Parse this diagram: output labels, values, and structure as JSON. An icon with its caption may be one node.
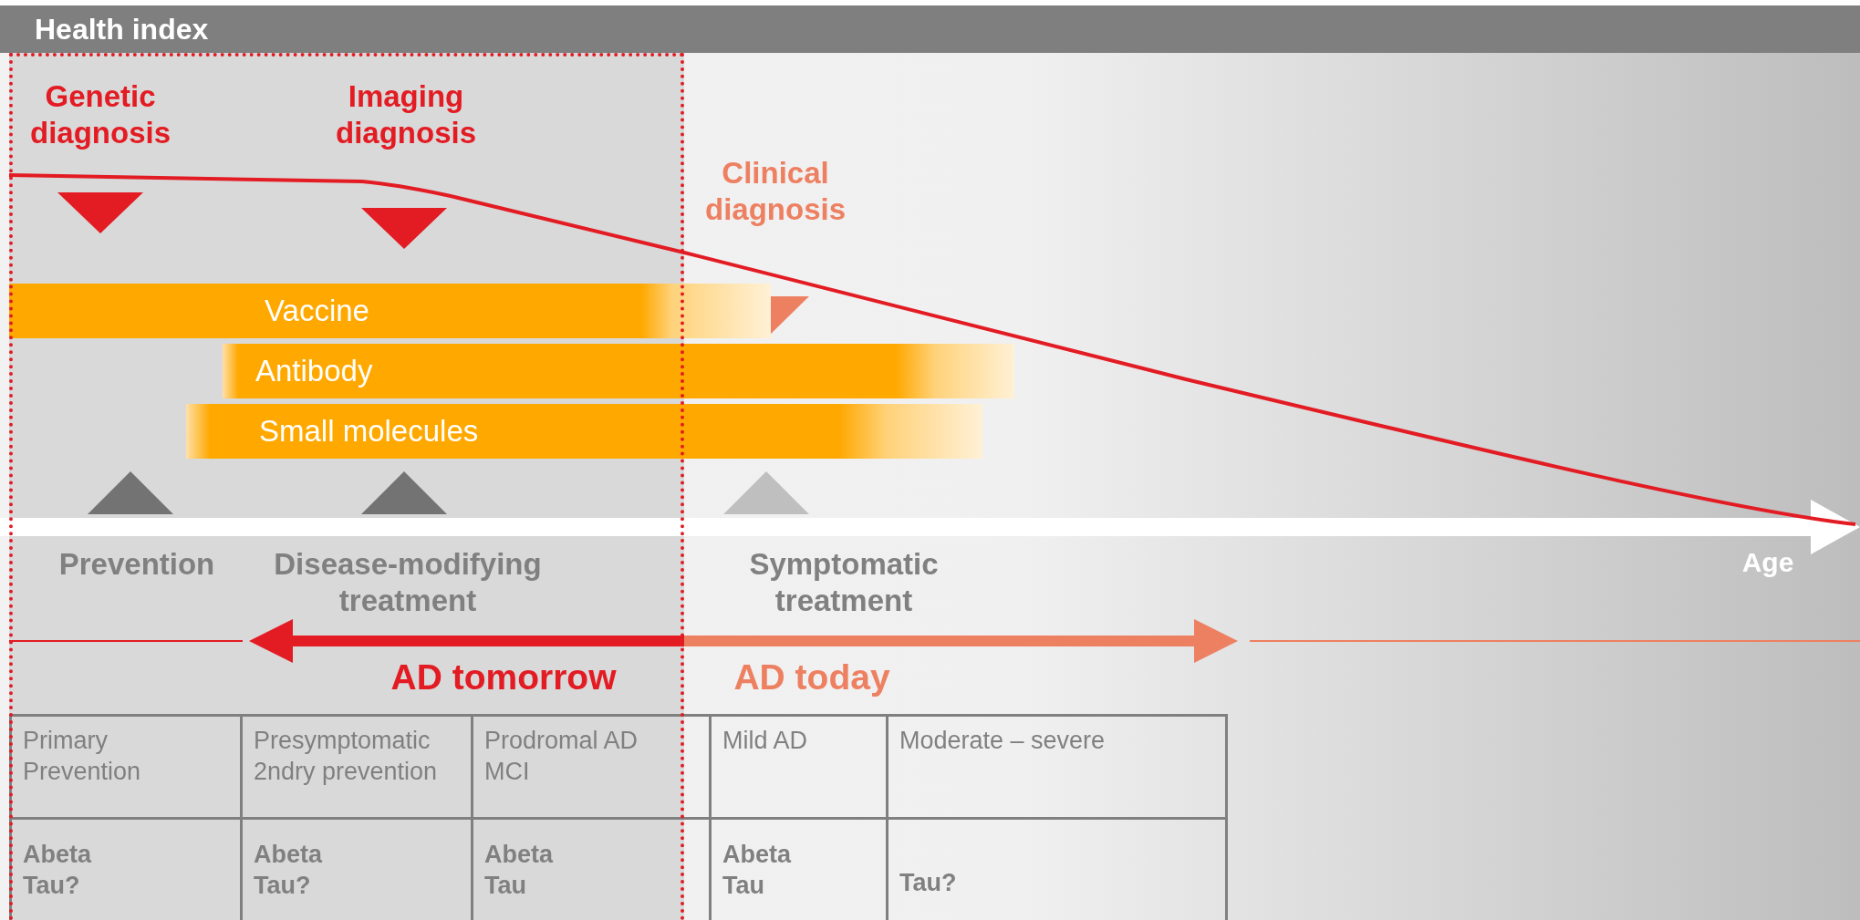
{
  "diagram": {
    "title": "Health index",
    "nodes": [
      {
        "text": [
          "Vaccine"
        ]
      },
      {
        "text": [
          "Antibody"
        ]
      },
      {
        "text": [
          "Small molecules"
        ]
      }
    ],
    "labels": [
      "Genetic diagnosis",
      "Imaging diagnosis",
      "Clinical diagnosis",
      "Prevention",
      "Disease-modifying treatment",
      "Symptomatic treatment",
      "Age",
      "AD tomorrow",
      "AD today",
      "Primary Prevention",
      "Presymptomatic 2ndry prevention",
      "Prodromal AD MCI",
      "Mild AD",
      "Moderate – severe",
      "Abeta Tau?",
      "Abeta Tau?",
      "Abeta Tau",
      "Abeta Tau",
      "Tau?"
    ]
  }
}
